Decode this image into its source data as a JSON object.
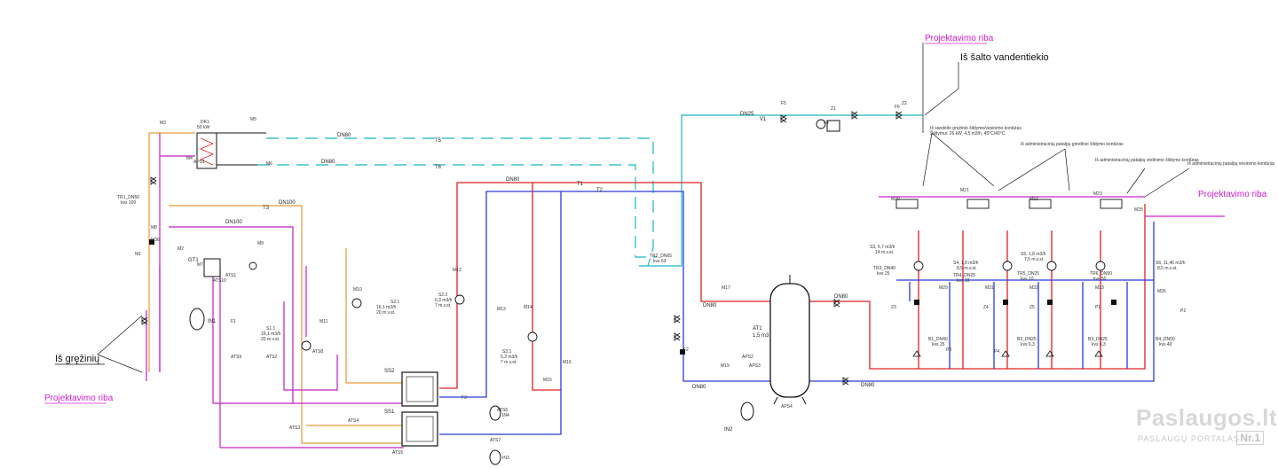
{
  "labels": {
    "boundary_top": "Projektavimo riba",
    "cold_water_source": "Iš šalto vandentiekio",
    "boundary_right": "Projektavimo riba",
    "from_wells": "Iš gręžinių",
    "boundary_left": "Projektavimo riba"
  },
  "lines": {
    "t5": "T5",
    "t6": "T6",
    "t1": "T1",
    "t2": "T2",
    "t3": "T3",
    "dn80_a": "DN80",
    "dn80_b": "DN80",
    "dn80_c": "DN80",
    "dn100_a": "DN100",
    "dn100_b": "DN100",
    "dn25": "DN25",
    "v1": "V1",
    "dn80_d": "DN80",
    "dn80_e": "DN80",
    "dn80_f": "DN80",
    "dn80_g": "DN80"
  },
  "components": {
    "at1": "AT1",
    "at1_vol": "1,5 m3",
    "in1": "IN1",
    "in2": "IN2",
    "in3": "IN3",
    "in4": "IN4",
    "sp1": "SS1",
    "sp2": "SS2",
    "gt1": "GT1",
    "ats1": "ATS1",
    "dk1": "DK1",
    "dk1_kw": "50 kW",
    "tr1": "TR1_DN50",
    "tr1_kvs": "kvs 100",
    "tr2": "TR2_DN65",
    "tr2_kvs": "kvs 63",
    "s21": "S2.1",
    "s21_flow": "16,1 m3/h",
    "s21_head": "20 m.v.st.",
    "s11": "S1.1",
    "s11_flow": "16,1 m3/h",
    "s11_head": "20 m.v.st.",
    "s31": "S3.1",
    "s31_flow": "6,3 m3/h",
    "s31_head": "7 m.v.st.",
    "s22": "S2.2",
    "s22_flow": "6,3 m3/h",
    "s22_head": "7 m.v.st.",
    "s3": "S3, 6,7 m3/h",
    "s3_head": "14 m.v.st.",
    "s4": "S4, 1,8 m3/h",
    "s4_head": "8,5 m.v.st.",
    "s5": "S5, 1,8 m3/h",
    "s5_head": "7,5 m.v.st.",
    "s6": "S6, 11,46 m3/h",
    "s6_head": "8,5 m.v.st.",
    "tr3": "TR3_DN40",
    "tr3_kvs": "kvs 25",
    "tr4": "TR4_DN25",
    "tr4_kvs": "kvs 10",
    "tr5": "TR5_DN25",
    "tr5_kvs": "kvs 10",
    "tr6": "TR6_DN50",
    "tr6_kvs": "kvs 50",
    "b1": "B1_DN40",
    "b1_kvs": "kvs 25",
    "b2": "B2_DN25",
    "b2_kvs": "kvs 6,3",
    "b3": "B3_DN25",
    "b3_kvs": "kvs 6,3",
    "b4": "B4_DN50",
    "b4_kvs": "kvs 40",
    "note1": "Iš sandėlio gręžinio šildymo/vėsinimo kontūras",
    "note1a": "Šildymui: 26 kW, 4,5 m3/h, 45°C/40°C",
    "note2": "Iš administracinių patalpų grindinio šildymo kontūras",
    "note3": "Iš administracinių patalpų vėdinimo šildymo kontūras",
    "note4": "Iš administracinių patalpų vėsinimo kontūras"
  },
  "tags": [
    "M1",
    "M2",
    "M3",
    "M4",
    "M5",
    "M6",
    "M7",
    "M8",
    "M9",
    "M10",
    "M11",
    "M12",
    "M13",
    "M14",
    "M15",
    "M16",
    "M17",
    "M19",
    "M20",
    "M21",
    "M22",
    "M23",
    "M25",
    "M29",
    "M31",
    "M32",
    "M33",
    "M35",
    "M36",
    "F1",
    "F2",
    "F3",
    "F4",
    "F5",
    "F6",
    "Z1",
    "Z2",
    "Z3",
    "Z4",
    "Z5",
    "P1",
    "P2",
    "P3",
    "P4",
    "ATS2",
    "ATS3",
    "ATS4",
    "ATS5",
    "ATS6",
    "ATS7",
    "ATS8",
    "ATS9",
    "ATS10",
    "APS1",
    "APS2",
    "APS3",
    "APS4"
  ],
  "watermark": {
    "title": "Paslaugos.lt",
    "subtitle": "PASLAUGŲ PORTALAS",
    "badge": "Nr.1"
  },
  "colors": {
    "supply": "#e02020",
    "return": "#2a3bd8",
    "ground_supply": "#e89a3a",
    "ground_return": "#c020c0",
    "cold": "#19b8c8",
    "black": "#111111"
  }
}
